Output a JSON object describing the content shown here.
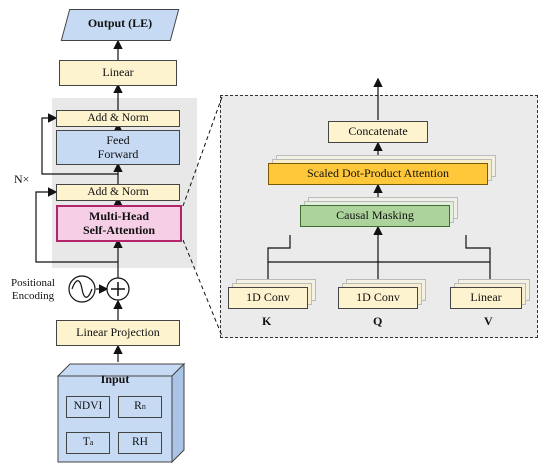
{
  "left": {
    "output_label": "Output (LE)",
    "linear_label": "Linear",
    "add_norm_top_label": "Add & Norm",
    "feed_forward_line1": "Feed",
    "feed_forward_line2": "Forward",
    "add_norm_bottom_label": "Add & Norm",
    "mhsa_line1": "Multi-Head",
    "mhsa_line2": "Self-Attention",
    "nx_label": "N×",
    "positional_line1": "Positional",
    "positional_line2": "Encoding",
    "linear_projection_label": "Linear Projection",
    "input_title": "Input",
    "input_features": {
      "ndvi": "NDVI",
      "rn_base": "R",
      "rn_sub": "n",
      "ta_base": "T",
      "ta_sub": "a",
      "rh": "RH"
    }
  },
  "right": {
    "concatenate_label": "Concatenate",
    "sdpa_label": "Scaled Dot-Product Attention",
    "causal_masking_label": "Causal Masking",
    "conv_k_label": "1D Conv",
    "conv_q_label": "1D Conv",
    "linear_v_label": "Linear",
    "k_label": "K",
    "q_label": "Q",
    "v_label": "V"
  },
  "colors": {
    "output_fill": "#c6daf3",
    "cream_fill": "#fdf3cf",
    "feed_forward_fill": "#c6daf3",
    "mhsa_fill": "#f6cfe6",
    "mhsa_border": "#b3246a",
    "sdpa_fill": "#ffc83a",
    "causal_fill": "#acd39b",
    "panel_fill": "#e8e8e8",
    "input_box_fill": "#c6daf3"
  }
}
